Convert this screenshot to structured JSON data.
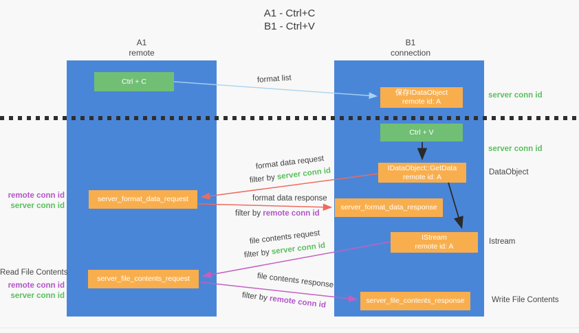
{
  "title": {
    "line1": "A1 - Ctrl+C",
    "line2": "B1 - Ctrl+V"
  },
  "columns": {
    "left": {
      "name": "A1",
      "role": "remote"
    },
    "right": {
      "name": "B1",
      "role": "connection"
    }
  },
  "nodes": {
    "ctrl_c": "Ctrl + C",
    "save_obj_line1": "保存IDataObject",
    "save_obj_line2": "remote id: A",
    "ctrl_v": "Ctrl + V",
    "getdata_line1": "IDataObject::GetData",
    "getdata_line2": "remote id: A",
    "format_request": "server_format_data_request",
    "format_response": "server_format_data_response",
    "istream_line1": "IStream",
    "istream_line2": "remote id: A",
    "file_request": "server_file_contents_request",
    "file_response": "server_file_contents_response"
  },
  "arrow_labels": {
    "format_list": "format list",
    "format_data_request": "format data request",
    "format_data_request_filter_prefix": "filter by ",
    "format_data_request_filter_key": "server conn id",
    "format_data_response": "format data response",
    "format_data_response_filter_prefix": "filter by ",
    "format_data_response_filter_key": "remote conn id",
    "file_contents_request": "file contents request",
    "file_contents_request_filter_prefix": "filter by ",
    "file_contents_request_filter_key": "server conn id",
    "file_contents_response": "file contents response",
    "file_contents_response_filter_prefix": "filter by ",
    "file_contents_response_filter_key": "remote conn id"
  },
  "side_labels": {
    "right_server_conn_id_1": "server conn id",
    "right_server_conn_id_2": "server conn id",
    "right_dataobject": "DataObject",
    "right_istream": "Istream",
    "right_write_file_contents": "Write File Contents",
    "left_remote_conn_id_1": "remote conn id",
    "left_server_conn_id_1": "server conn id",
    "left_read_file_contents": "Read File Contents",
    "left_remote_conn_id_2": "remote conn id",
    "left_server_conn_id_2": "server conn id"
  },
  "colors": {
    "column_blue": "#4a86d8",
    "box_green": "#71bf75",
    "box_orange": "#f9ae4d",
    "green_text": "#5abf5e",
    "purple_text": "#b355c7",
    "arrow_lightblue": "#a9d3ee",
    "arrow_red": "#ef6a5e",
    "arrow_magenta": "#c45fc2",
    "arrow_black": "#2a2a2a",
    "dotted_line": "#2e2e2e",
    "background": "#f8f8f8"
  }
}
